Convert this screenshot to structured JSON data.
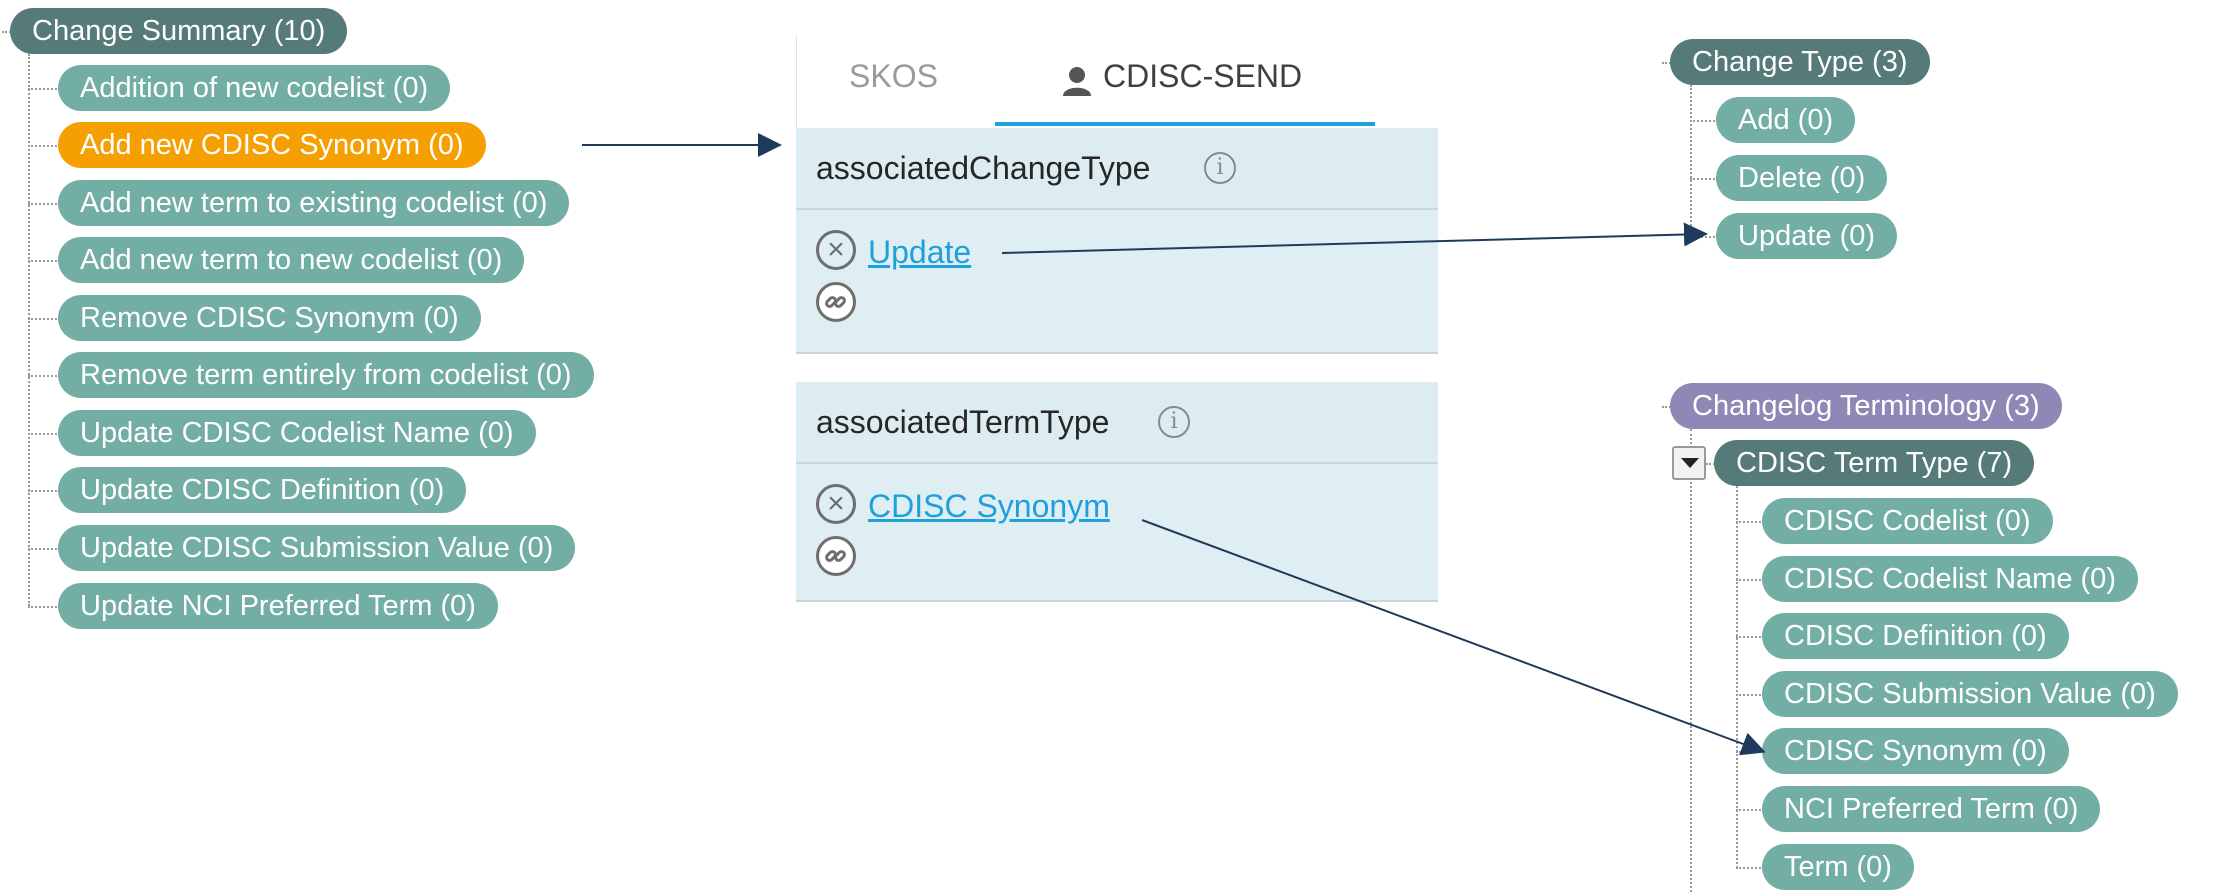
{
  "change_summary": {
    "root": "Change Summary (10)",
    "items": [
      "Addition of new codelist (0)",
      "Add new CDISC Synonym (0)",
      "Add new term to existing codelist (0)",
      "Add new term to new codelist (0)",
      "Remove CDISC Synonym (0)",
      "Remove term entirely from codelist (0)",
      "Update CDISC Codelist Name (0)",
      "Update CDISC Definition (0)",
      "Update CDISC Submission Value (0)",
      "Update NCI Preferred Term (0)"
    ],
    "highlighted_index": 1
  },
  "panel": {
    "tabs": [
      "SKOS",
      "CDISC-SEND"
    ],
    "active_tab": "CDISC-SEND",
    "properties": [
      {
        "name": "associatedChangeType",
        "value": "Update"
      },
      {
        "name": "associatedTermType",
        "value": "CDISC Synonym"
      }
    ]
  },
  "change_type": {
    "root": "Change Type (3)",
    "items": [
      "Add (0)",
      "Delete (0)",
      "Update (0)"
    ]
  },
  "changelog_terminology": {
    "root": "Changelog Terminology (3)",
    "term_type": {
      "root": "CDISC Term Type (7)",
      "items": [
        "CDISC Codelist (0)",
        "CDISC Codelist Name (0)",
        "CDISC Definition (0)",
        "CDISC Submission Value (0)",
        "CDISC Synonym (0)",
        "NCI Preferred Term (0)",
        "Term (0)"
      ]
    }
  },
  "colors": {
    "root_node": "#557a77",
    "child_node": "#73aea5",
    "highlight_node": "#f5a000",
    "purple_node": "#8e88b7",
    "link": "#1ea0dc",
    "panel_bg": "#dfeef3",
    "arrow": "#1f3a5a"
  }
}
